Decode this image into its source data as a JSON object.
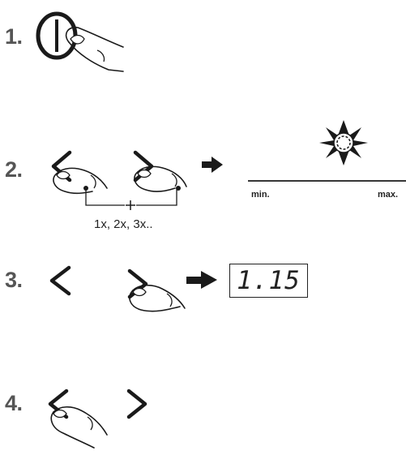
{
  "steps": [
    {
      "label": "1."
    },
    {
      "label": "2."
    },
    {
      "label": "3."
    },
    {
      "label": "4."
    }
  ],
  "step2": {
    "repeat_caption": "1x, 2x, 3x..",
    "scale_min_label": "min.",
    "scale_max_label": "max."
  },
  "step3": {
    "display_value": "1.15"
  },
  "icons": {
    "power": "power-icon",
    "prev": "chevron-left-icon",
    "next": "chevron-right-icon",
    "arrow": "arrow-right-icon",
    "sun": "brightness-sun-icon",
    "finger": "finger-icon"
  }
}
